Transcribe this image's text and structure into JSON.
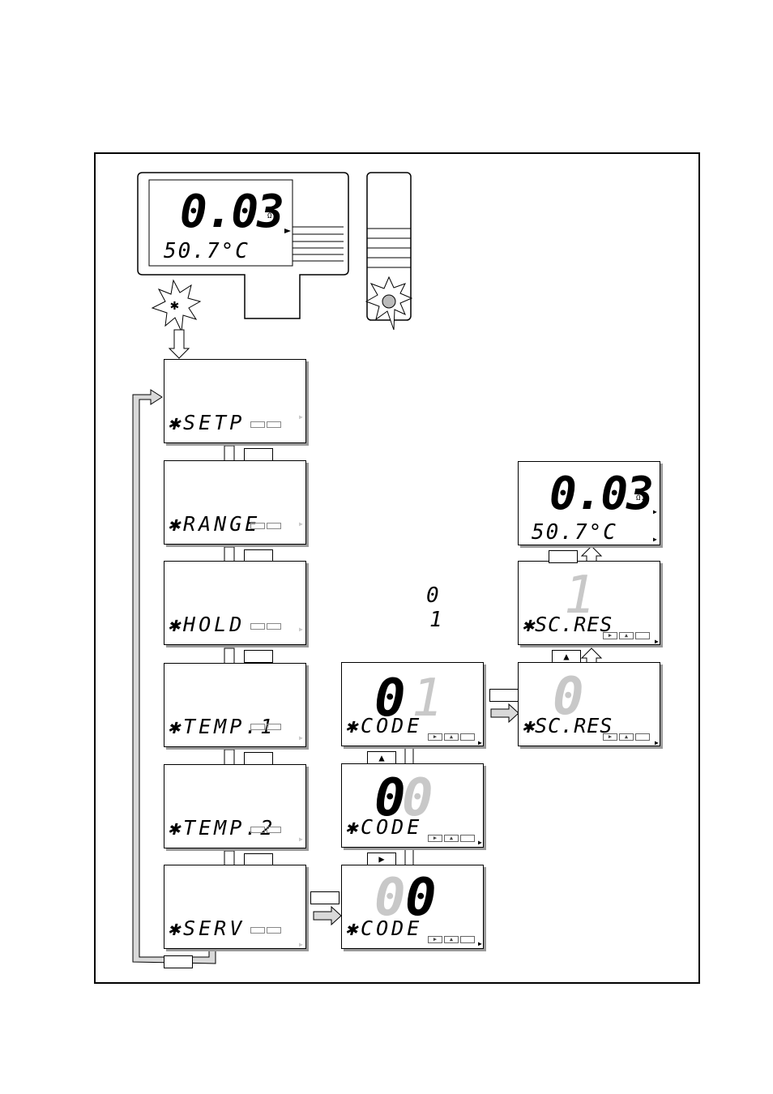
{
  "instrument": {
    "reading": "0.03",
    "unit": "Ω.",
    "temperature": "50.7°C"
  },
  "menu": [
    {
      "label": "✱SETP"
    },
    {
      "label": "✱RANGE"
    },
    {
      "label": "✱HOLD"
    },
    {
      "label": "✱TEMP.1"
    },
    {
      "label": "✱TEMP.2"
    },
    {
      "label": "✱SERV"
    }
  ],
  "code_screens": [
    {
      "label": "✱CODE",
      "digit_active": "0",
      "digit_ghost": "0",
      "layout": "ghost-first"
    },
    {
      "label": "✱CODE",
      "digit_active": "0",
      "digit_ghost": "0",
      "layout": "active-first"
    },
    {
      "label": "✱CODE",
      "digit_active": "0",
      "digit_ghost": "1",
      "layout": "active-first"
    }
  ],
  "scres_screens": [
    {
      "label": "✱SC.RES",
      "digit": "0"
    },
    {
      "label": "✱SC.RES",
      "digit": "1"
    }
  ],
  "options": {
    "opt_0": "0",
    "opt_1": "1"
  },
  "keys": {
    "up": "▲",
    "right": "▶"
  },
  "colors": {
    "arrow_fill": "#d9d9d9",
    "shadow": "#9a9a9a",
    "ghost": "#c8c8c8"
  }
}
